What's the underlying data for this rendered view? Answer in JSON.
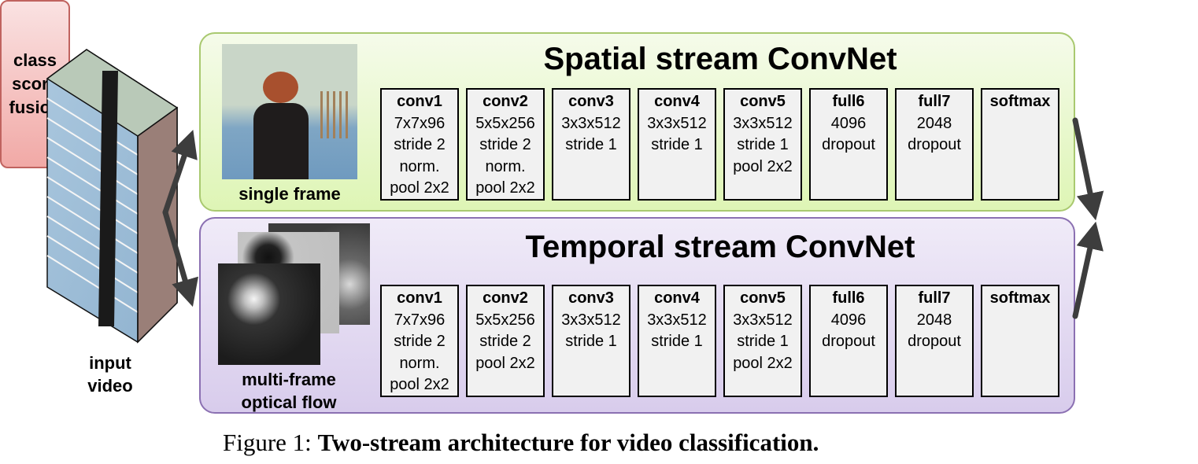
{
  "input": {
    "label_line1": "input",
    "label_line2": "video"
  },
  "spatial": {
    "title": "Spatial stream ConvNet",
    "image_label": "single frame",
    "layers": [
      {
        "name": "conv1",
        "lines": [
          "7x7x96",
          "stride 2",
          "norm.",
          "pool 2x2"
        ]
      },
      {
        "name": "conv2",
        "lines": [
          "5x5x256",
          "stride 2",
          "norm.",
          "pool 2x2"
        ]
      },
      {
        "name": "conv3",
        "lines": [
          "3x3x512",
          "stride 1",
          "",
          ""
        ]
      },
      {
        "name": "conv4",
        "lines": [
          "3x3x512",
          "stride 1",
          "",
          ""
        ]
      },
      {
        "name": "conv5",
        "lines": [
          "3x3x512",
          "stride 1",
          "pool 2x2",
          ""
        ]
      },
      {
        "name": "full6",
        "lines": [
          "4096",
          "dropout",
          "",
          ""
        ]
      },
      {
        "name": "full7",
        "lines": [
          "2048",
          "dropout",
          "",
          ""
        ]
      },
      {
        "name": "softmax",
        "lines": [
          "",
          "",
          "",
          ""
        ]
      }
    ]
  },
  "temporal": {
    "title": "Temporal stream ConvNet",
    "image_label_line1": "multi-frame",
    "image_label_line2": "optical flow",
    "layers": [
      {
        "name": "conv1",
        "lines": [
          "7x7x96",
          "stride 2",
          "norm.",
          "pool 2x2"
        ]
      },
      {
        "name": "conv2",
        "lines": [
          "5x5x256",
          "stride 2",
          "pool 2x2",
          ""
        ]
      },
      {
        "name": "conv3",
        "lines": [
          "3x3x512",
          "stride 1",
          "",
          ""
        ]
      },
      {
        "name": "conv4",
        "lines": [
          "3x3x512",
          "stride 1",
          "",
          ""
        ]
      },
      {
        "name": "conv5",
        "lines": [
          "3x3x512",
          "stride 1",
          "pool 2x2",
          ""
        ]
      },
      {
        "name": "full6",
        "lines": [
          "4096",
          "dropout",
          "",
          ""
        ]
      },
      {
        "name": "full7",
        "lines": [
          "2048",
          "dropout",
          "",
          ""
        ]
      },
      {
        "name": "softmax",
        "lines": [
          "",
          "",
          "",
          ""
        ]
      }
    ]
  },
  "fusion": {
    "line1": "class",
    "line2": "score",
    "line3": "fusion"
  },
  "caption": {
    "prefix": "Figure 1: ",
    "text": "Two-stream architecture for video classification."
  }
}
